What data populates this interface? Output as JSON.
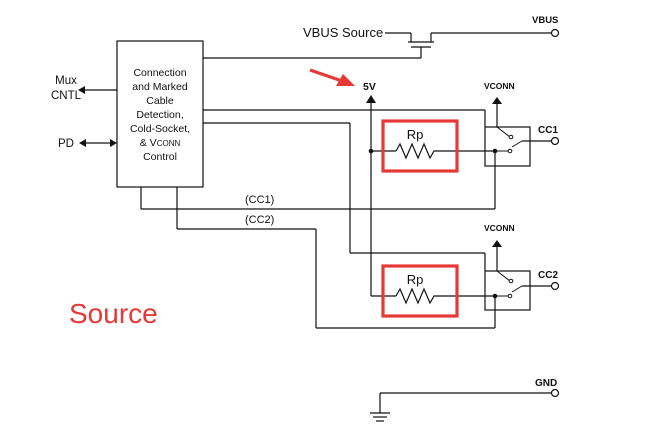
{
  "labels": {
    "vbus_source": "VBUS Source",
    "vbus_small": "VBUS",
    "five_v": "5V",
    "vconn_top": "VCONN",
    "vconn_bottom": "VCONN",
    "cc1": "CC1",
    "cc2": "CC2",
    "gnd": "GND",
    "mux": "Mux",
    "cntl": "CNTL",
    "pd": "PD",
    "cc1_wire": "(CC1)",
    "cc2_wire": "(CC2)",
    "rp_top": "Rp",
    "rp_bottom": "Rp",
    "source": "Source"
  },
  "control_block": {
    "line1": "Connection",
    "line2": "and Marked",
    "line3": "Cable",
    "line4": "Detection,",
    "line5": "Cold-Socket,",
    "line6_prefix": "& V",
    "line6_sub": "CONN",
    "line7": "Control"
  },
  "colors": {
    "highlight": "#e53935",
    "line": "#111111",
    "background": "#ffffff"
  }
}
